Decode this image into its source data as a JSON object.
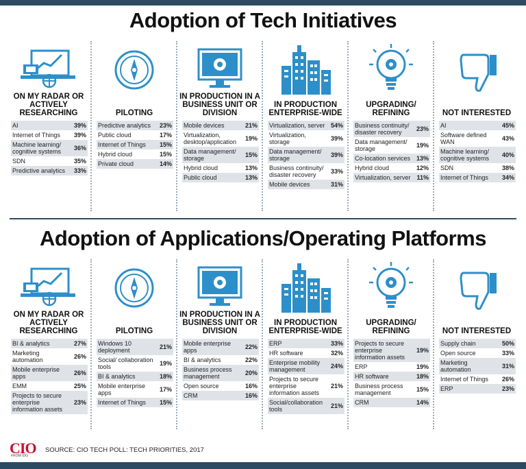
{
  "sections": [
    {
      "title": "Adoption of Tech Initiatives",
      "columns": [
        {
          "heading": "ON MY RADAR OR ACTIVELY RESEARCHING",
          "icon": "laptop-chart-icon",
          "rows": [
            {
              "label": "AI",
              "value": "39%"
            },
            {
              "label": "Internet of Things",
              "value": "39%"
            },
            {
              "label": "Machine learning/ cognitive systems",
              "value": "36%"
            },
            {
              "label": "SDN",
              "value": "35%"
            },
            {
              "label": "Predictive analytics",
              "value": "33%"
            }
          ]
        },
        {
          "heading": "PILOTING",
          "icon": "compass-icon",
          "rows": [
            {
              "label": "Predictive analytics",
              "value": "23%"
            },
            {
              "label": "Public cloud",
              "value": "17%"
            },
            {
              "label": "Internet of Things",
              "value": "15%"
            },
            {
              "label": "Hybrid cloud",
              "value": "15%"
            },
            {
              "label": "Private cloud",
              "value": "14%"
            }
          ]
        },
        {
          "heading": "IN PRODUCTION IN A BUSINESS UNIT OR DIVISION",
          "icon": "monitor-gear-icon",
          "rows": [
            {
              "label": "Mobile devices",
              "value": "21%"
            },
            {
              "label": "Virtualization, desktop/application",
              "value": "19%"
            },
            {
              "label": "Data management/ storage",
              "value": "15%"
            },
            {
              "label": "Hybrid cloud",
              "value": "13%"
            },
            {
              "label": "Public cloud",
              "value": "13%"
            }
          ]
        },
        {
          "heading": "IN PRODUCTION ENTERPRISE-WIDE",
          "icon": "buildings-icon",
          "rows": [
            {
              "label": "Virtualization, server",
              "value": "54%"
            },
            {
              "label": "Virtualization, storage",
              "value": "39%"
            },
            {
              "label": "Data management/ storage",
              "value": "39%"
            },
            {
              "label": "Business continuity/ disaster recovery",
              "value": "33%"
            },
            {
              "label": "Mobile devices",
              "value": "31%"
            }
          ]
        },
        {
          "heading": "UPGRADING/ REFINING",
          "icon": "lightbulb-gear-icon",
          "rows": [
            {
              "label": "Business continuity/ disaster recovery",
              "value": "23%"
            },
            {
              "label": "Data management/ storage",
              "value": "19%"
            },
            {
              "label": "Co-location services",
              "value": "13%"
            },
            {
              "label": "Hybrid cloud",
              "value": "12%"
            },
            {
              "label": "Virtualization, server",
              "value": "11%"
            }
          ]
        },
        {
          "heading": "NOT INTERESTED",
          "icon": "thumbs-down-icon",
          "rows": [
            {
              "label": "AI",
              "value": "45%"
            },
            {
              "label": "Software defined WAN",
              "value": "43%"
            },
            {
              "label": "Machine learning/ cognitive systems",
              "value": "40%"
            },
            {
              "label": "SDN",
              "value": "38%"
            },
            {
              "label": "Internet of Things",
              "value": "34%"
            }
          ]
        }
      ]
    },
    {
      "title": "Adoption of Applications/Operating Platforms",
      "columns": [
        {
          "heading": "ON MY RADAR OR ACTIVELY RESEARCHING",
          "icon": "laptop-chart-icon",
          "rows": [
            {
              "label": "BI & analytics",
              "value": "27%"
            },
            {
              "label": "Marketing automation",
              "value": "26%"
            },
            {
              "label": "Mobile enterprise apps",
              "value": "26%"
            },
            {
              "label": "EMM",
              "value": "25%"
            },
            {
              "label": "Projects to secure enterprise information assets",
              "value": "23%"
            }
          ]
        },
        {
          "heading": "PILOTING",
          "icon": "compass-icon",
          "rows": [
            {
              "label": "Windows 10 deployment",
              "value": "21%"
            },
            {
              "label": "Social/ collaboration tools",
              "value": "19%"
            },
            {
              "label": "BI & analytics",
              "value": "18%"
            },
            {
              "label": "Mobile enterprise apps",
              "value": "17%"
            },
            {
              "label": "Internet of Things",
              "value": "15%"
            }
          ]
        },
        {
          "heading": "IN PRODUCTION IN A BUSINESS UNIT OR DIVISION",
          "icon": "monitor-gear-icon",
          "rows": [
            {
              "label": "Mobile enterprise apps",
              "value": "22%"
            },
            {
              "label": "BI & analytics",
              "value": "22%"
            },
            {
              "label": "Business process management",
              "value": "20%"
            },
            {
              "label": "Open source",
              "value": "16%"
            },
            {
              "label": "CRM",
              "value": "16%"
            }
          ]
        },
        {
          "heading": "IN PRODUCTION ENTERPRISE-WIDE",
          "icon": "buildings-icon",
          "rows": [
            {
              "label": "ERP",
              "value": "33%"
            },
            {
              "label": "HR software",
              "value": "32%"
            },
            {
              "label": "Enterprise mobility management",
              "value": "24%"
            },
            {
              "label": "Projects to secure enterprise information assets",
              "value": "21%"
            },
            {
              "label": "Social/collaboration tools",
              "value": "21%"
            }
          ]
        },
        {
          "heading": "UPGRADING/ REFINING",
          "icon": "lightbulb-gear-icon",
          "rows": [
            {
              "label": "Projects to secure enterprise information assets",
              "value": "19%"
            },
            {
              "label": "ERP",
              "value": "19%"
            },
            {
              "label": "HR software",
              "value": "18%"
            },
            {
              "label": "Business process management",
              "value": "15%"
            },
            {
              "label": "CRM",
              "value": "14%"
            }
          ]
        },
        {
          "heading": "NOT INTERESTED",
          "icon": "thumbs-down-icon",
          "rows": [
            {
              "label": "Supply chain",
              "value": "50%"
            },
            {
              "label": "Open source",
              "value": "33%"
            },
            {
              "label": "Marketing automation",
              "value": "31%"
            },
            {
              "label": "Internet of Things",
              "value": "26%"
            },
            {
              "label": "ERP",
              "value": "23%"
            }
          ]
        }
      ]
    }
  ],
  "source": "SOURCE: CIO TECH POLL: TECH PRIORITIES, 2017",
  "logo": {
    "text": "CIO",
    "sub": "FROM IDG"
  },
  "colors": {
    "accent": "#2d8fc9",
    "navy": "#2d4a63",
    "row_shade": "#dfe3e8",
    "logo_red": "#c8102e"
  },
  "chart_data": [
    {
      "type": "table",
      "title": "Adoption of Tech Initiatives",
      "columns": [
        "ON MY RADAR OR ACTIVELY RESEARCHING",
        "PILOTING",
        "IN PRODUCTION IN A BUSINESS UNIT OR DIVISION",
        "IN PRODUCTION ENTERPRISE-WIDE",
        "UPGRADING/ REFINING",
        "NOT INTERESTED"
      ],
      "series": [
        {
          "name": "ON MY RADAR OR ACTIVELY RESEARCHING",
          "categories": [
            "AI",
            "Internet of Things",
            "Machine learning/ cognitive systems",
            "SDN",
            "Predictive analytics"
          ],
          "values": [
            39,
            39,
            36,
            35,
            33
          ]
        },
        {
          "name": "PILOTING",
          "categories": [
            "Predictive analytics",
            "Public cloud",
            "Internet of Things",
            "Hybrid cloud",
            "Private cloud"
          ],
          "values": [
            23,
            17,
            15,
            15,
            14
          ]
        },
        {
          "name": "IN PRODUCTION IN A BUSINESS UNIT OR DIVISION",
          "categories": [
            "Mobile devices",
            "Virtualization, desktop/application",
            "Data management/ storage",
            "Hybrid cloud",
            "Public cloud"
          ],
          "values": [
            21,
            19,
            15,
            13,
            13
          ]
        },
        {
          "name": "IN PRODUCTION ENTERPRISE-WIDE",
          "categories": [
            "Virtualization, server",
            "Virtualization, storage",
            "Data management/ storage",
            "Business continuity/ disaster recovery",
            "Mobile devices"
          ],
          "values": [
            54,
            39,
            39,
            33,
            31
          ]
        },
        {
          "name": "UPGRADING/ REFINING",
          "categories": [
            "Business continuity/ disaster recovery",
            "Data management/ storage",
            "Co-location services",
            "Hybrid cloud",
            "Virtualization, server"
          ],
          "values": [
            23,
            19,
            13,
            12,
            11
          ]
        },
        {
          "name": "NOT INTERESTED",
          "categories": [
            "AI",
            "Software defined WAN",
            "Machine learning/ cognitive systems",
            "SDN",
            "Internet of Things"
          ],
          "values": [
            45,
            43,
            40,
            38,
            34
          ]
        }
      ]
    },
    {
      "type": "table",
      "title": "Adoption of Applications/Operating Platforms",
      "columns": [
        "ON MY RADAR OR ACTIVELY RESEARCHING",
        "PILOTING",
        "IN PRODUCTION IN A BUSINESS UNIT OR DIVISION",
        "IN PRODUCTION ENTERPRISE-WIDE",
        "UPGRADING/ REFINING",
        "NOT INTERESTED"
      ],
      "series": [
        {
          "name": "ON MY RADAR OR ACTIVELY RESEARCHING",
          "categories": [
            "BI & analytics",
            "Marketing automation",
            "Mobile enterprise apps",
            "EMM",
            "Projects to secure enterprise information assets"
          ],
          "values": [
            27,
            26,
            26,
            25,
            23
          ]
        },
        {
          "name": "PILOTING",
          "categories": [
            "Windows 10 deployment",
            "Social/ collaboration tools",
            "BI & analytics",
            "Mobile enterprise apps",
            "Internet of Things"
          ],
          "values": [
            21,
            19,
            18,
            17,
            15
          ]
        },
        {
          "name": "IN PRODUCTION IN A BUSINESS UNIT OR DIVISION",
          "categories": [
            "Mobile enterprise apps",
            "BI & analytics",
            "Business process management",
            "Open source",
            "CRM"
          ],
          "values": [
            22,
            22,
            20,
            16,
            16
          ]
        },
        {
          "name": "IN PRODUCTION ENTERPRISE-WIDE",
          "categories": [
            "ERP",
            "HR software",
            "Enterprise mobility management",
            "Projects to secure enterprise information assets",
            "Social/collaboration tools"
          ],
          "values": [
            33,
            32,
            24,
            21,
            21
          ]
        },
        {
          "name": "UPGRADING/ REFINING",
          "categories": [
            "Projects to secure enterprise information assets",
            "ERP",
            "HR software",
            "Business process management",
            "CRM"
          ],
          "values": [
            19,
            19,
            18,
            15,
            14
          ]
        },
        {
          "name": "NOT INTERESTED",
          "categories": [
            "Supply chain",
            "Open source",
            "Marketing automation",
            "Internet of Things",
            "ERP"
          ],
          "values": [
            50,
            33,
            31,
            26,
            23
          ]
        }
      ]
    }
  ]
}
